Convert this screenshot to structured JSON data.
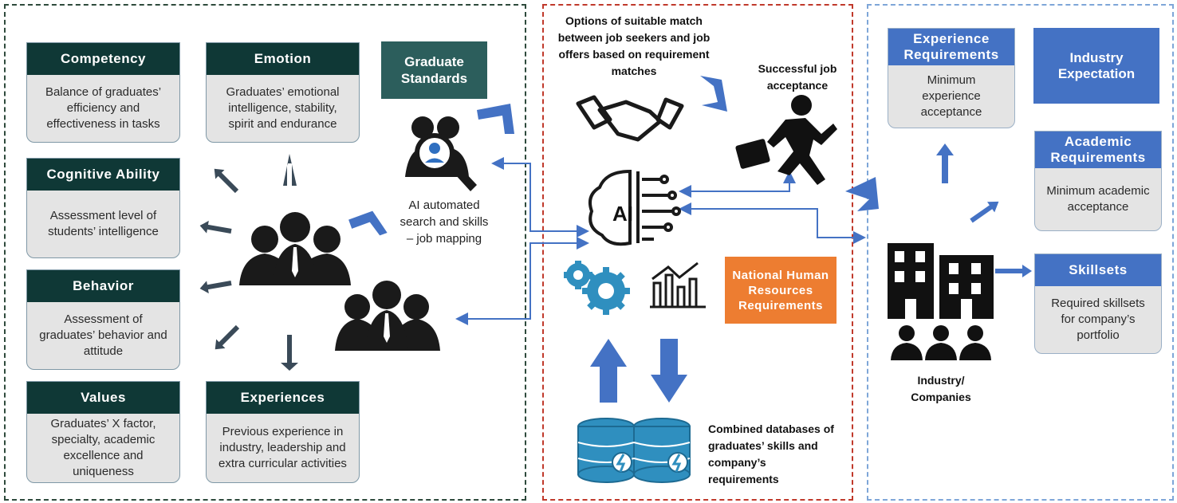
{
  "left_cards": [
    {
      "title": "Competency",
      "body": "Balance of graduates’ efficiency and effectiveness in tasks"
    },
    {
      "title": "Emotion",
      "body": "Graduates’ emotional intelligence, stability, spirit and endurance"
    },
    {
      "title": "Cognitive Ability",
      "body": "Assessment level of students’ intelligence"
    },
    {
      "title": "Behavior",
      "body": "Assessment of graduates’ behavior and attitude"
    },
    {
      "title": "Values",
      "body": "Graduates’ X factor, specialty, academic excellence and uniqueness"
    },
    {
      "title": "Experiences",
      "body": "Previous experience in industry, leadership and extra curricular activities"
    }
  ],
  "graduate_standards": "Graduate Standards",
  "ai_search_label": "AI automated search and skills – job mapping",
  "middle": {
    "options_text": "Options of suitable match between job seekers and job offers based on requirement matches",
    "success_text": "Successful job acceptance",
    "ai_text": "AI",
    "national_text": "National Human Resources Requirements",
    "database_text": "Combined databases of graduates’ skills and company’s requirements"
  },
  "right_cards": [
    {
      "title": "Experience Requirements",
      "body": "Minimum experience acceptance"
    },
    {
      "title": "Academic Requirements",
      "body": "Minimum academic acceptance"
    },
    {
      "title": "Skillsets",
      "body": "Required skillsets for company’s portfolio"
    }
  ],
  "industry_expectation": "Industry Expectation",
  "industry_label": "Industry/ Companies",
  "colors": {
    "dark_header": "#0f3836",
    "teal_tag": "#2c5e5c",
    "blue": "#4472c4",
    "orange": "#ed7d31",
    "arrow_dark": "#3a4a58",
    "panel_green": "#2e4a3c",
    "panel_red": "#c0392b",
    "panel_blue": "#7ea6d8"
  }
}
